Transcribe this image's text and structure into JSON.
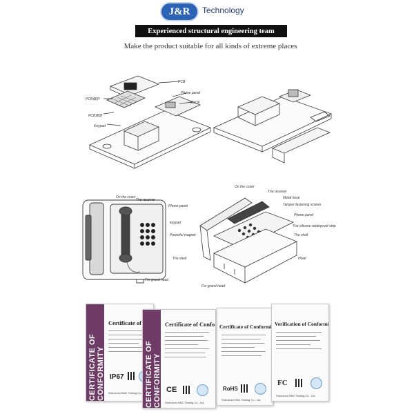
{
  "brand": {
    "logo": "J&R",
    "name": "Technology"
  },
  "banner": "Experienced structural engineering team",
  "subtitle": "Make the product suitable for all kinds of extreme places",
  "exploded_labels": {
    "pcb": "PCB",
    "pcb_support": "PCB保护",
    "phone_panel": "Phone panel",
    "hook": "HOOK",
    "pcb_fix": "PCB固定",
    "keypad": "Keypad"
  },
  "front_labels": {
    "on_cover": "On the cover",
    "receiver": "The receiver",
    "phone_panel": "Phone panel",
    "keypad": "keypad",
    "magnet": "Powerful magnet",
    "shell": "The shell",
    "gland_head": "For grand head"
  },
  "open_labels": {
    "on_cover": "On the cover",
    "receiver": "The receiver",
    "metal_hose": "Metal hose",
    "tamper_screws": "Tamper fastening screws",
    "phone_panel": "Phone panel",
    "silicone_strip": "The silicone waterproof strip",
    "shell": "The shell",
    "hook": "Hook",
    "gland_head": "For grand head"
  },
  "certificates": [
    {
      "strip": "CERTIFICATE OF CONFORMITY",
      "title": "Certificate of Conformity",
      "mark": "IP67",
      "footer": "Shenzhen BNC Testing Co., Ltd."
    },
    {
      "strip": "CERTIFICATE OF CONFORMITY",
      "title": "Certificate of Conformity",
      "mark": "CE",
      "footer": "Shenzhen BNC Testing Co., Ltd."
    },
    {
      "strip": "",
      "title": "Certificate of Conformity",
      "mark": "RoHS",
      "footer": "Shenzhen BNC Testing Co., Ltd."
    },
    {
      "strip": "",
      "title": "Verification of Conformity",
      "mark": "FC",
      "footer": "Shenzhen BNC Testing Co., Ltd."
    }
  ],
  "icons": {
    "logo": "jr-logo-badge",
    "qr": "qr-code-icon",
    "seal": "approval-seal-icon"
  }
}
